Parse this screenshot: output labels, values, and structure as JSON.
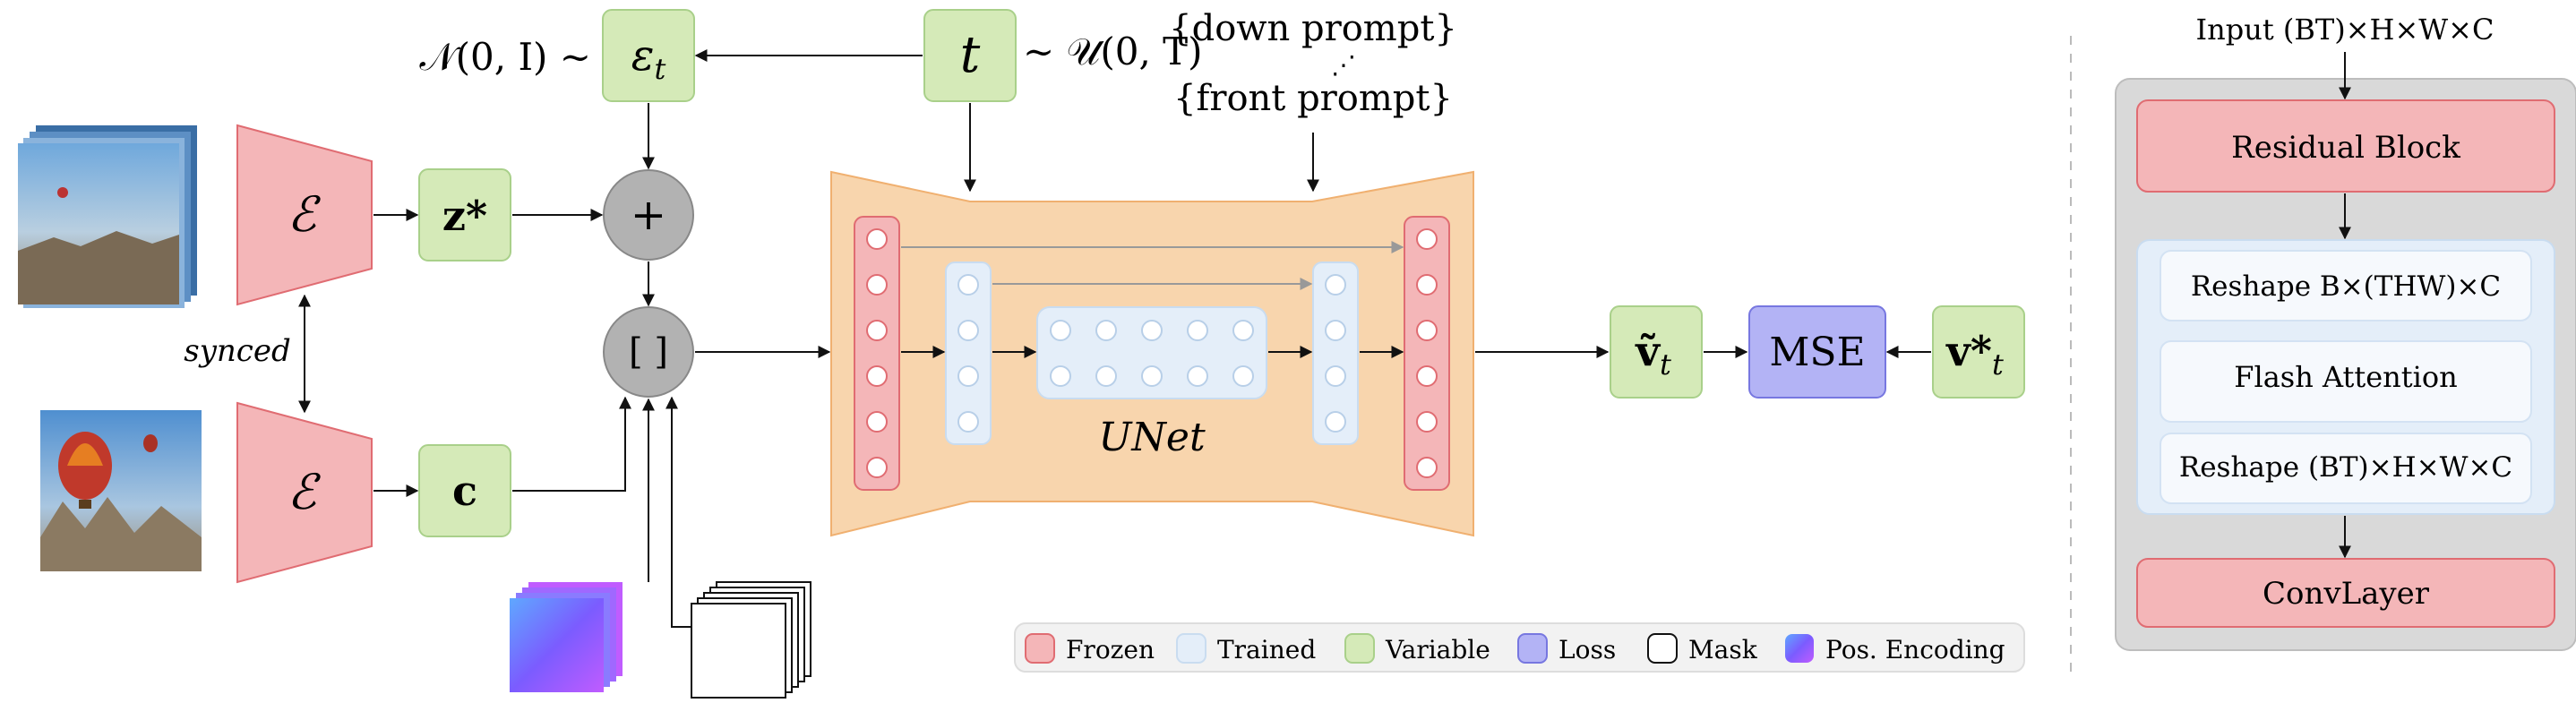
{
  "colors": {
    "frozen_fill": "#f4b6b8",
    "frozen_stroke": "#e06c72",
    "trained_fill": "#e4eef9",
    "trained_stroke": "#c9dcf0",
    "variable_fill": "#d5eab8",
    "variable_stroke": "#a9d08a",
    "loss_fill": "#b3b3f5",
    "loss_stroke": "#7777e0",
    "unet_fill": "#f8d5ad",
    "unet_stroke": "#f0b070",
    "op_fill": "#b2b2b2",
    "panel_fill": "#d9d9d9",
    "attn_fill": "#eaf2fb",
    "posenc": "#7b5cff"
  },
  "labels": {
    "noise_dist": "𝒩(0, I) ∼",
    "epsilon": "ε",
    "epsilon_sub": "t",
    "t": "t",
    "t_dist": "∼ 𝒰(0, T)",
    "down_prompt": "{down prompt}",
    "front_prompt": "{front prompt}",
    "encoder": "ℰ",
    "z_star": "z*",
    "c": "c",
    "plus": "+",
    "concat": "[ ]",
    "synced": "synced",
    "unet": "UNet",
    "v_tilde": "ṽ",
    "v_tilde_sub": "t",
    "mse": "MSE",
    "v_star": "v*",
    "v_star_sub": "t"
  },
  "legend": {
    "items": [
      {
        "label": "Frozen",
        "swatch": "frozen"
      },
      {
        "label": "Trained",
        "swatch": "trained"
      },
      {
        "label": "Variable",
        "swatch": "variable"
      },
      {
        "label": "Loss",
        "swatch": "loss"
      },
      {
        "label": "Mask",
        "swatch": "mask"
      },
      {
        "label": "Pos. Encoding",
        "swatch": "posenc"
      }
    ]
  },
  "panel_b": {
    "input_label": "Input (BT)×H×W×C",
    "residual_block": "Residual Block",
    "reshape1": "Reshape B×(THW)×C",
    "flash_attention": "Flash Attention",
    "reshape2": "Reshape (BT)×H×W×C",
    "conv_layer": "ConvLayer"
  }
}
